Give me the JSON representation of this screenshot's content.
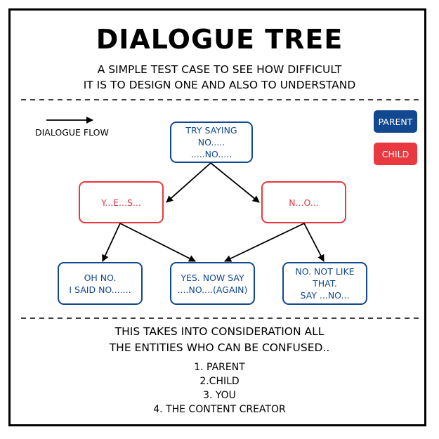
{
  "header": {
    "title": "DIALOGUE TREE",
    "subtitle_line1": "A SIMPLE TEST CASE TO SEE HOW DIFFICULT",
    "subtitle_line2": "IT IS TO DESIGN ONE AND ALSO TO UNDERSTAND"
  },
  "flow_label": "DIALOGUE FLOW",
  "legend": {
    "parent": {
      "label": "PARENT",
      "color": "#11488f"
    },
    "child": {
      "label": "CHILD",
      "color": "#e9383f"
    }
  },
  "nodes": {
    "root": {
      "line1": "TRY SAYING NO.....",
      "line2": ".....NO....."
    },
    "child_yes": {
      "line1": "Y...E...S..."
    },
    "child_no": {
      "line1": "N...O..."
    },
    "leaf_left": {
      "line1": "OH NO.",
      "line2": "I SAID NO......."
    },
    "leaf_middle": {
      "line1": "YES. NOW SAY",
      "line2": "....NO....(AGAIN)"
    },
    "leaf_right": {
      "line1": "NO. NOT LIKE THAT.",
      "line2": "SAY ...NO..."
    }
  },
  "footer": {
    "line1": "THIS TAKES INTO CONSIDERATION ALL",
    "line2": "THE ENTITIES WHO CAN BE CONFUSED..",
    "list": [
      "1. PARENT",
      "2.CHILD",
      "3. YOU",
      "4. THE CONTENT CREATOR"
    ]
  }
}
